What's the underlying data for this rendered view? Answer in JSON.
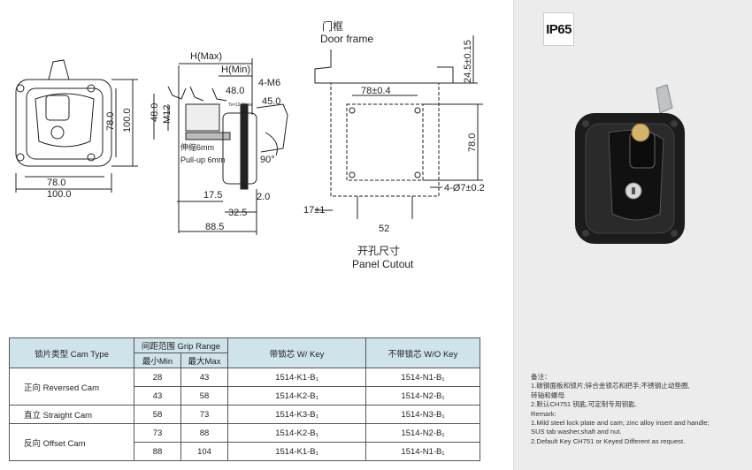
{
  "badge": {
    "label": "IP65"
  },
  "drawing": {
    "front_view": {
      "width_inner": "78.0",
      "width_outer": "100.0",
      "height_inner": "78.0",
      "height_outer": "100.0"
    },
    "side_view": {
      "h_max": "H(Max)",
      "h_min": "H(Min)",
      "m12": "M12",
      "dim_48_left": "48.0",
      "dim_48_top": "48.0",
      "m6": "4-M6",
      "dim_45": "45.0",
      "dim_127": "Ts=12.7max",
      "pullup_cn": "伸缩6mm",
      "pullup_en": "Pull-up 6mm",
      "angle": "90°",
      "dim_175": "17.5",
      "dim_20": "2.0",
      "dim_325": "32.5",
      "dim_885": "88.5"
    },
    "cutout_view": {
      "door_frame_cn": "门框",
      "door_frame_en": "Door frame",
      "dim_top": "24.5±0.15",
      "dim_78_h": "78±0.4",
      "dim_78_v": "78.0",
      "holes": "4-Ø7±0.2",
      "dim_17": "17±1",
      "dim_52": "52",
      "panel_cn": "开孔尺寸",
      "panel_en": "Panel Cutout"
    }
  },
  "table": {
    "headers": {
      "cam_type": "锁片类型 Cam Type",
      "grip_range": "间距范围 Grip Range",
      "min": "最小Min",
      "max": "最大Max",
      "with_key": "带锁芯 W/ Key",
      "without_key": "不带锁芯 W/O Key"
    },
    "rows": [
      {
        "cam": "正向 Reversed Cam",
        "min": "28",
        "max": "43",
        "with_key": "1514-K1-B₁",
        "without_key": "1514-N1-B₁"
      },
      {
        "cam": "",
        "min": "43",
        "max": "58",
        "with_key": "1514-K2-B₁",
        "without_key": "1514-N2-B₁"
      },
      {
        "cam": "直立 Straight Cam",
        "min": "58",
        "max": "73",
        "with_key": "1514-K3-B₁",
        "without_key": "1514-N3-B₁"
      },
      {
        "cam": "反向 Offset Cam",
        "min": "73",
        "max": "88",
        "with_key": "1514-K2-B₁",
        "without_key": "1514-N2-B₁"
      },
      {
        "cam": "",
        "min": "88",
        "max": "104",
        "with_key": "1514-K1-B₁",
        "without_key": "1514-N1-B₁"
      }
    ]
  },
  "notes": {
    "lines": [
      "备注：",
      "1.碳钢面板和锁片;锌合金锁芯和把手;不锈钢止动垫圈,",
      "转轴和螺母.",
      "2.默认CH751 钥匙,可定制专用钥匙.",
      "Remark:",
      "1.Mild steel lock plate and cam; zinc alloy insert and handle;",
      "SUS tab washer,shaft and nut.",
      "2.Default Key CH751 or Keyed Different as request."
    ]
  }
}
